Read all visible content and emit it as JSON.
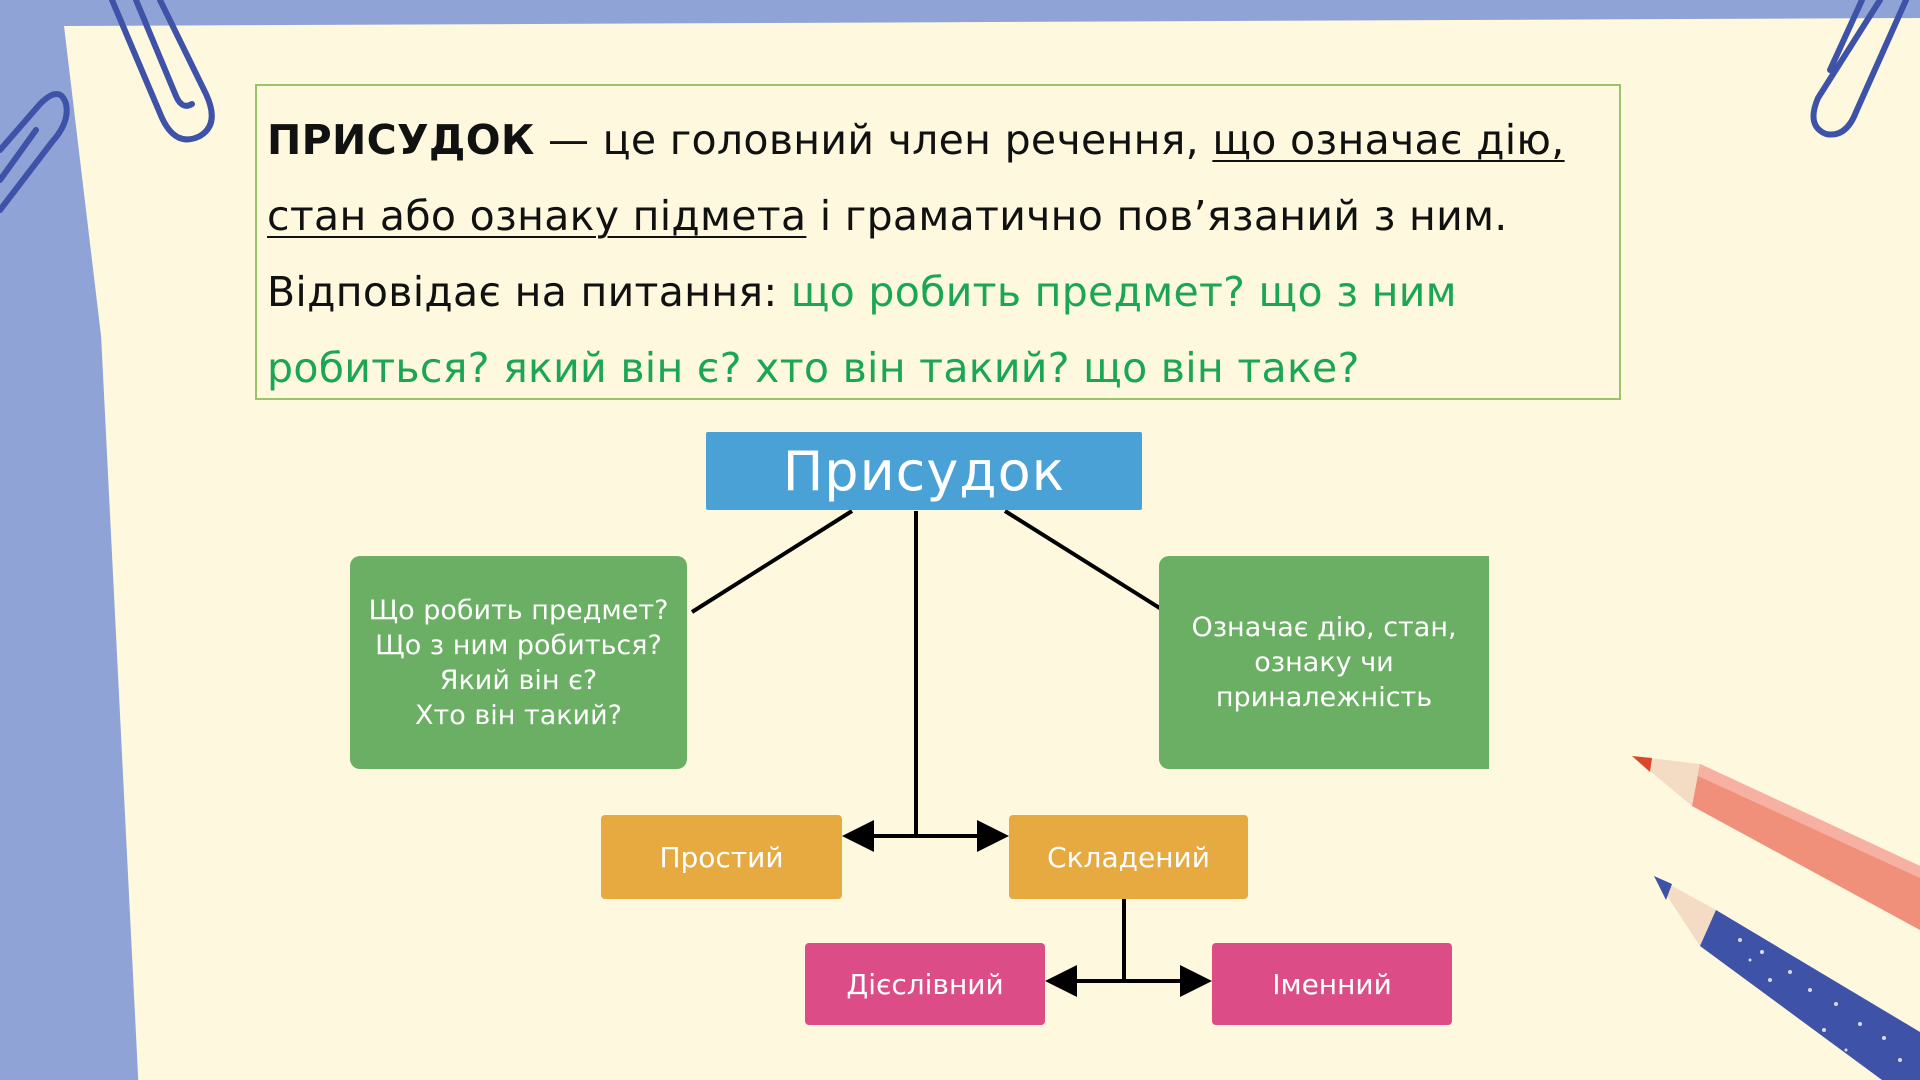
{
  "definition": {
    "term": "ПРИСУДОК",
    "dash_text": " — це головний член речення, ",
    "underlined_text": "що означає дію, стан або ознаку підмета",
    "after_text": " і граматично пов’язаний з ним.",
    "question_intro": "Відповідає на питання: ",
    "questions_text": "що робить предмет? що з ним робиться? який він є? хто він такий? що він таке?"
  },
  "diagram": {
    "root": "Присудок",
    "questions_box": "Що робить предмет?\nЩо з ним робиться?\nЯкий він є?\nХто він такий?",
    "meaning_box": "Означає дію, стан,\nознаку чи\nприналежність",
    "simple": "Простий",
    "compound": "Складений",
    "verbal": "Дієслівний",
    "nominal": "Іменний"
  },
  "colors": {
    "background": "#8fa3d6",
    "paper": "#fdf8de",
    "root_blue": "#4aa1d6",
    "box_green": "#6aaf63",
    "box_orange": "#e6aa41",
    "box_pink": "#dc4d87",
    "question_green": "#1aa654",
    "definition_border": "#9bc46a"
  },
  "decorations": {
    "paperclip_icons": [
      "paperclip-icon",
      "paperclip-icon",
      "paperclip-icon"
    ],
    "pencil_icons": [
      "pencil-icon",
      "pencil-icon"
    ]
  }
}
